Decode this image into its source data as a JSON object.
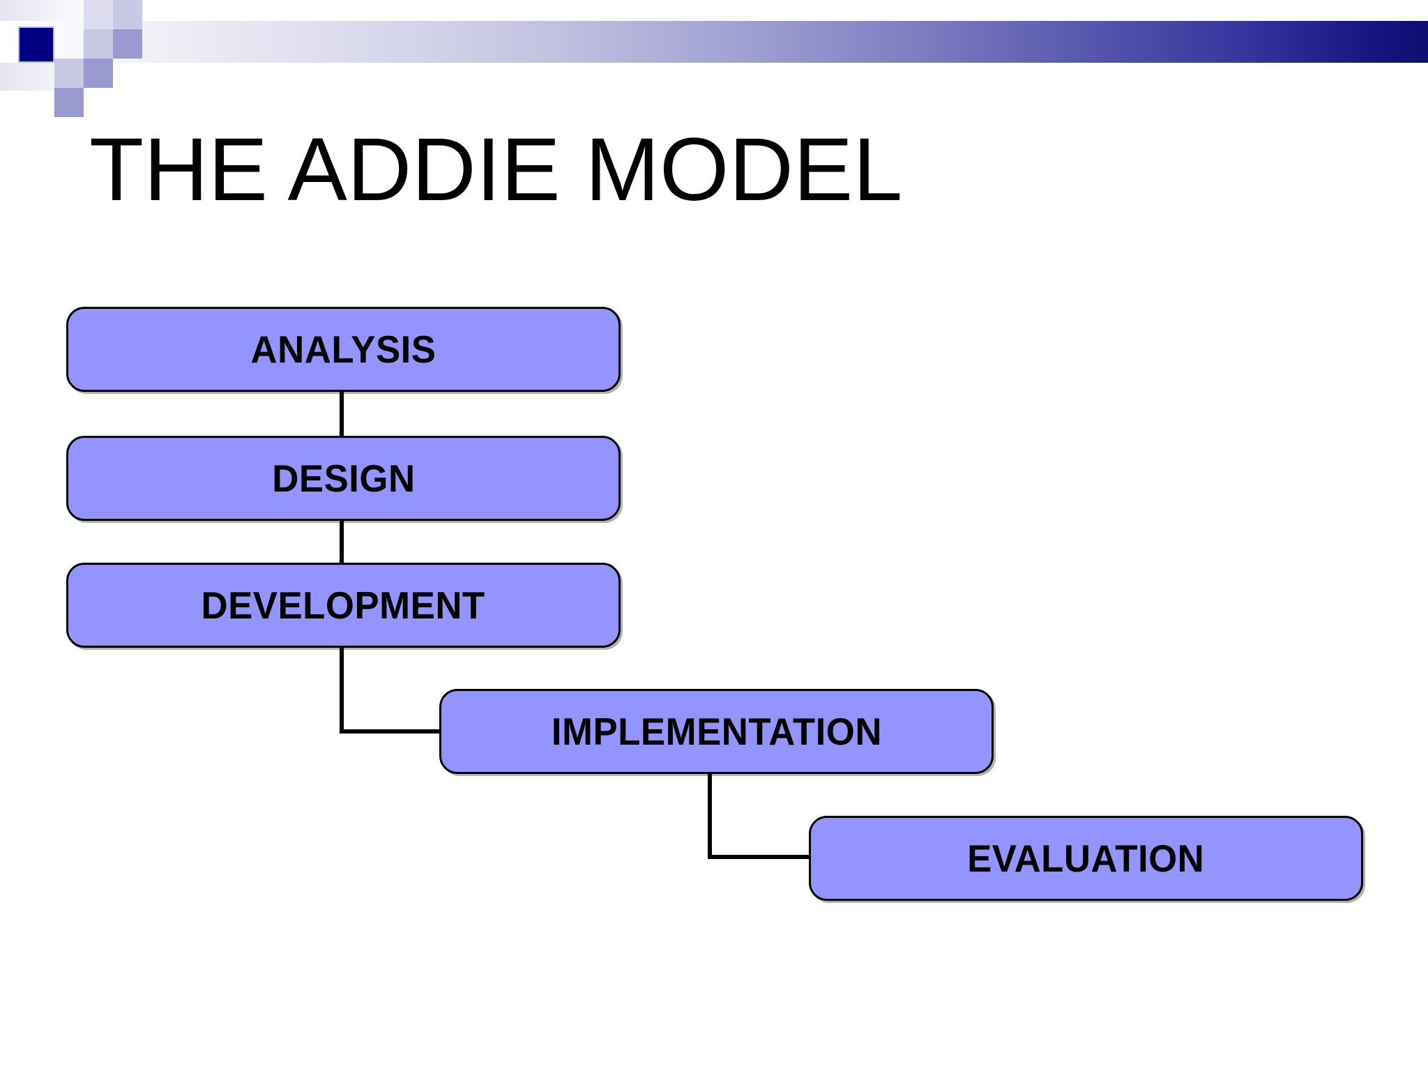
{
  "slide": {
    "title": "THE ADDIE MODEL",
    "background_color": "#ffffff",
    "accent_color": "#000080",
    "box_fill_color": "#9494ff",
    "box_border_color": "#000000"
  },
  "decor": {
    "band_gradient_from": "#ffffff",
    "band_gradient_to": "#0d0d72",
    "squares": [
      {
        "name": "navy-square",
        "color": "#000080"
      },
      {
        "name": "mid-square",
        "color": "#9a9ad0"
      },
      {
        "name": "light-square",
        "color": "#c9c9e6"
      },
      {
        "name": "pale-square",
        "color": "#dcdcee"
      }
    ]
  },
  "diagram_data": {
    "type": "flowchart",
    "orientation": "cascading-waterfall",
    "stages": [
      {
        "id": "analysis",
        "label": "ANALYSIS"
      },
      {
        "id": "design",
        "label": "DESIGN"
      },
      {
        "id": "development",
        "label": "DEVELOPMENT"
      },
      {
        "id": "implementation",
        "label": "IMPLEMENTATION"
      },
      {
        "id": "evaluation",
        "label": "EVALUATION"
      }
    ],
    "connections": [
      {
        "from": "analysis",
        "to": "design",
        "style": "straight-vertical"
      },
      {
        "from": "design",
        "to": "development",
        "style": "straight-vertical"
      },
      {
        "from": "development",
        "to": "implementation",
        "style": "elbow-down-right"
      },
      {
        "from": "implementation",
        "to": "evaluation",
        "style": "elbow-down-right"
      }
    ]
  }
}
